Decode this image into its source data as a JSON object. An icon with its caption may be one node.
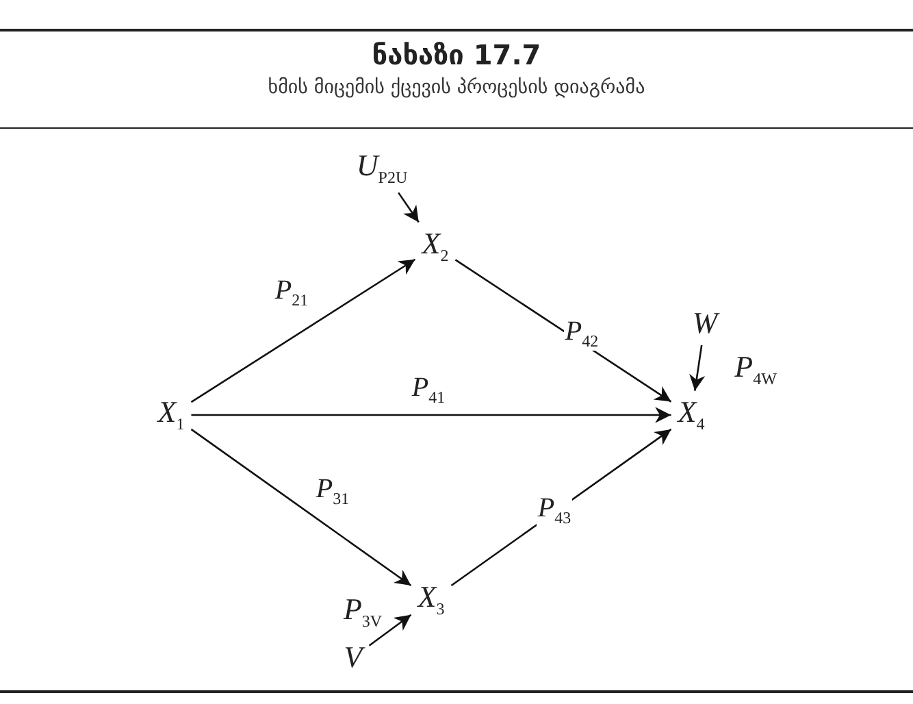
{
  "diagram": {
    "title": "ნახაზი 17.7",
    "caption": "ხმის მიცემის ქცევის პროცესის დიაგრამა",
    "nodes": [
      {
        "text": [
          "X$_{1}$"
        ]
      },
      {
        "text": [
          "X$_{2}$"
        ]
      },
      {
        "text": [
          "X$_{3}$"
        ]
      },
      {
        "text": [
          "X$_{4}$"
        ]
      },
      {
        "text": [
          "U$_{P2U}$"
        ]
      },
      {
        "text": [
          "W"
        ]
      },
      {
        "text": [
          "V"
        ]
      }
    ],
    "edges": [
      {
        "from": 0,
        "to": 1,
        "arrow": "to",
        "label": "P$_{21}$"
      },
      {
        "from": 0,
        "to": 3,
        "arrow": "to",
        "label": "P$_{41}$"
      },
      {
        "from": 0,
        "to": 2,
        "arrow": "to",
        "label": "P$_{31}$"
      },
      {
        "from": 1,
        "to": 3,
        "arrow": "to",
        "label": "P$_{42}$"
      },
      {
        "from": 2,
        "to": 3,
        "arrow": "to",
        "label": "P$_{43}$"
      },
      {
        "from": 4,
        "to": 1,
        "arrow": "to"
      },
      {
        "from": 5,
        "to": 3,
        "arrow": "to"
      },
      {
        "from": 6,
        "to": 2,
        "arrow": "to"
      }
    ],
    "labels": [
      "P$_{4W}$",
      "P$_{3V}$"
    ]
  }
}
